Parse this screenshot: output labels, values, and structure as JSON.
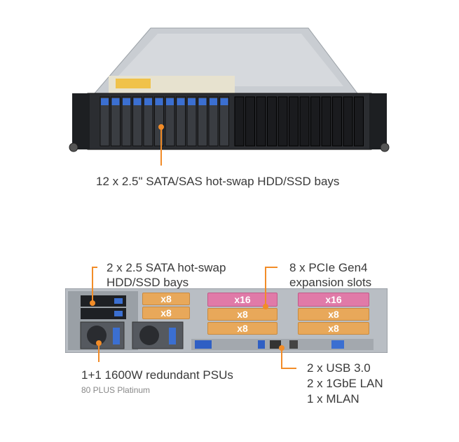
{
  "front": {
    "callout": "12 x 2.5\" SATA/SAS hot-swap HDD/SSD bays"
  },
  "rear": {
    "callout_bays": [
      "2 x 2.5 SATA hot-swap",
      "HDD/SSD bays"
    ],
    "callout_pcie": [
      "8 x PCIe Gen4",
      "expansion slots"
    ],
    "callout_psu": "1+1 1600W redundant PSUs",
    "psu_sub": "80 PLUS Platinum",
    "callout_io": [
      "2 x USB 3.0",
      "2 x 1GbE LAN",
      "1 x MLAN"
    ],
    "slots": {
      "left": [
        "x8",
        "x8"
      ],
      "mid": [
        "x16",
        "x8",
        "x8"
      ],
      "right": [
        "x16",
        "x8",
        "x8"
      ]
    }
  },
  "colors": {
    "accent": "#f28c28",
    "x8": "#e8a85a",
    "x16": "#e07aa8"
  }
}
